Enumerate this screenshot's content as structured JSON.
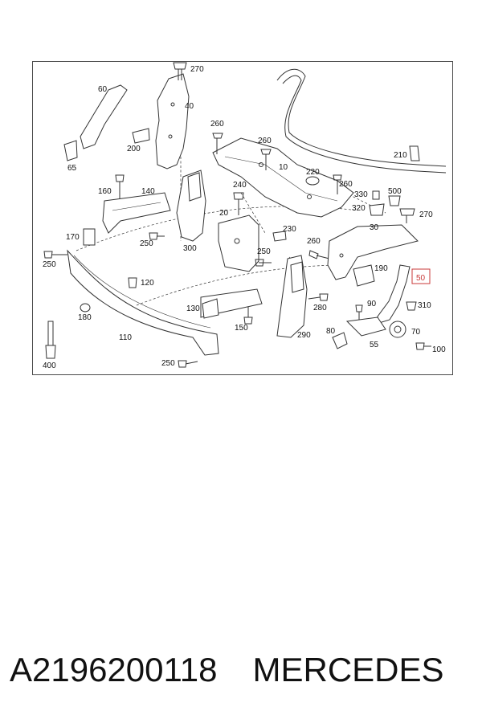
{
  "diagram": {
    "labels": [
      "270",
      "40",
      "60",
      "200",
      "65",
      "260",
      "260",
      "10",
      "210",
      "220",
      "260",
      "330",
      "500",
      "320",
      "270",
      "160",
      "140",
      "240",
      "20",
      "230",
      "170",
      "250",
      "300",
      "250",
      "260",
      "30",
      "190",
      "50",
      "250",
      "120",
      "180",
      "130",
      "280",
      "90",
      "310",
      "150",
      "290",
      "80",
      "70",
      "55",
      "100",
      "110",
      "400",
      "250"
    ],
    "highlight_label": "50",
    "highlight_color": "#c83a3a"
  },
  "caption": {
    "part_number": "A2196200118",
    "brand": "MERCEDES"
  }
}
